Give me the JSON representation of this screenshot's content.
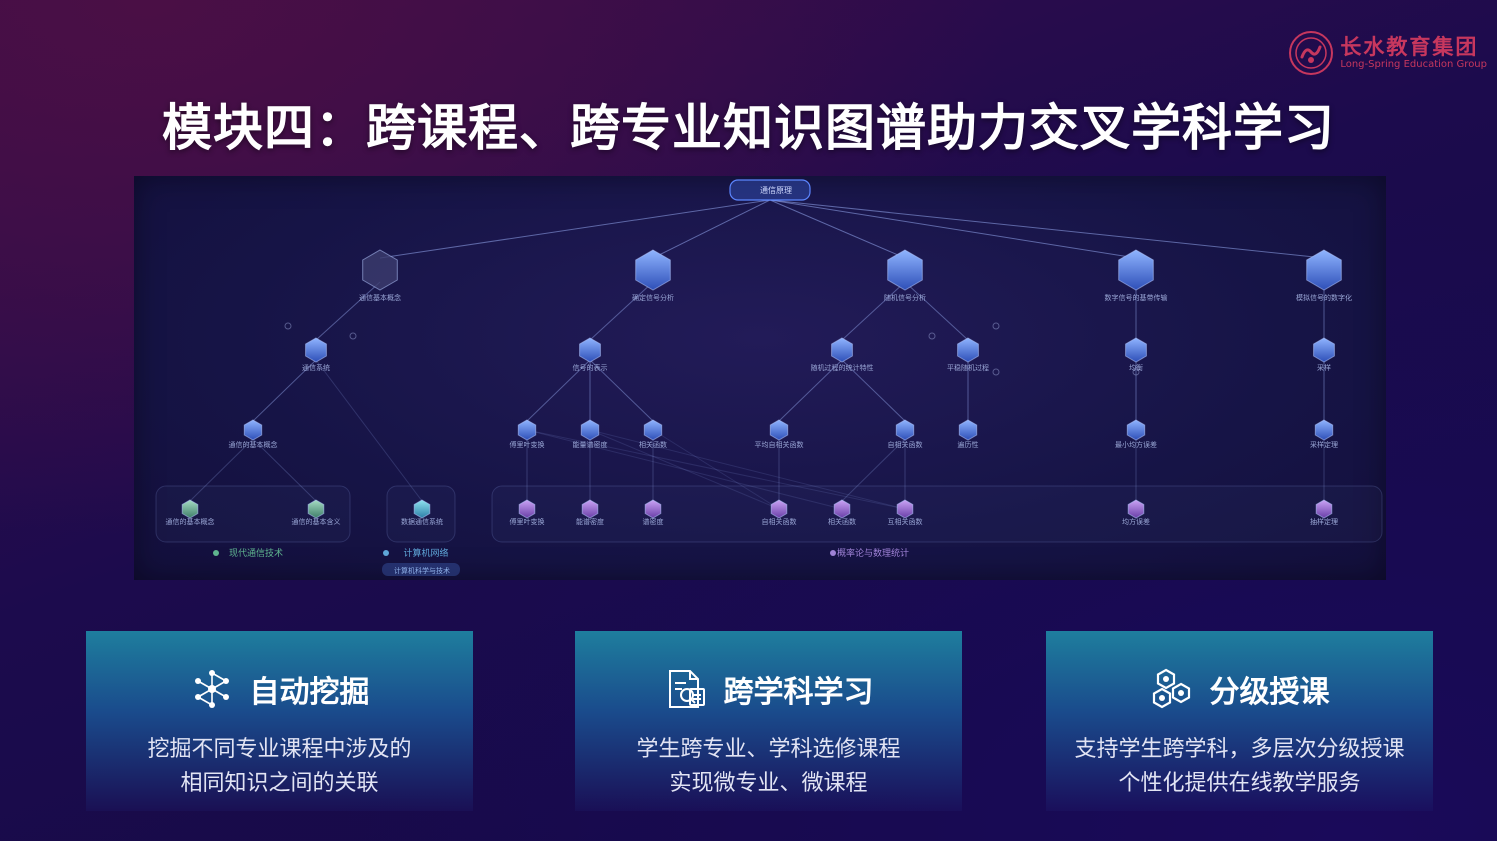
{
  "logo": {
    "name_cn": "长水教育集团",
    "name_en": "Long-Spring Education Group"
  },
  "title": "模块四：跨课程、跨专业知识图谱助力交叉学科学习",
  "graph": {
    "root": "通信原理",
    "level1": [
      "通信基本概念",
      "确定信号分析",
      "随机信号分析",
      "数字信号的基带传输",
      "模拟信号的数字化"
    ],
    "level2": [
      "通信系统",
      "信号的表示",
      "随机过程的统计特性",
      "平稳随机过程",
      "均衡",
      "采样"
    ],
    "level3": [
      "通信的基本概念",
      "傅里叶变换",
      "能量谱密度",
      "相关函数",
      "平均自相关函数",
      "自相关函数",
      "遍历性",
      "最小均方误差",
      "采样定理"
    ],
    "level4": [
      "通信的基本概念",
      "通信的基本含义",
      "数据通信系统",
      "傅里叶变换",
      "能谱密度",
      "谱密度",
      "自相关函数",
      "相关函数",
      "互相关函数",
      "均方误差",
      "抽样定理"
    ],
    "groups": [
      "现代通信技术",
      "计算机网络",
      "概率论与数理统计"
    ],
    "sub_group": "计算机科学与技术"
  },
  "cards": [
    {
      "icon": "network-nodes-icon",
      "title": "自动挖掘",
      "desc1": "挖掘不同专业课程中涉及的",
      "desc2": "相同知识之间的关联"
    },
    {
      "icon": "document-search-icon",
      "title": "跨学科学习",
      "desc1": "学生跨专业、学科选修课程",
      "desc2": "实现微专业、微课程"
    },
    {
      "icon": "hexagon-cluster-icon",
      "title": "分级授课",
      "desc1": "支持学生跨学科，多层次分级授课",
      "desc2": "个性化提供在线教学服务"
    }
  ],
  "colors": {
    "accent": "#6aa0ff",
    "brand": "#c7375e",
    "card_top": "#1e7e9e",
    "node_purple": "#9b6fd6",
    "node_green": "#5fa38a"
  }
}
